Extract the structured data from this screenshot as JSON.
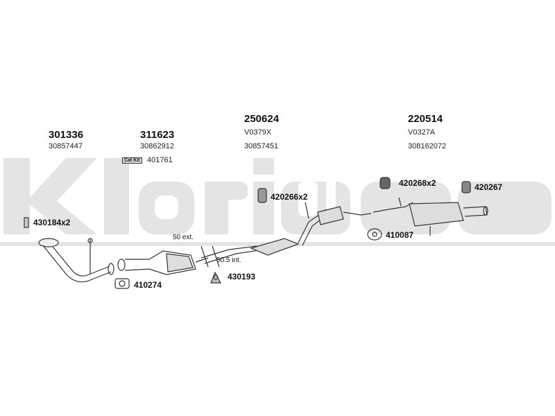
{
  "watermark": {
    "text": "Klarius",
    "color": "#e2e2e2"
  },
  "columns": [
    {
      "part": "301336",
      "ref": "30857447"
    },
    {
      "part": "311623",
      "ref": "30862912"
    },
    {
      "part": "250624",
      "code": "V0379X",
      "ref": "30857451"
    },
    {
      "part": "220514",
      "code": "V0327A",
      "ref": "308162072"
    }
  ],
  "cat_kit": {
    "badge": "Cat Kit",
    "ref": "401761"
  },
  "labels": {
    "clamp_a": "430184x2",
    "gasket_a": "410274",
    "mount_a": "430193",
    "rubber_a": "420266x2",
    "rubber_b": "420268x2",
    "rubber_c": "420267",
    "gasket_b": "410087",
    "ext": "50 ext.",
    "int": "50.5 int."
  }
}
